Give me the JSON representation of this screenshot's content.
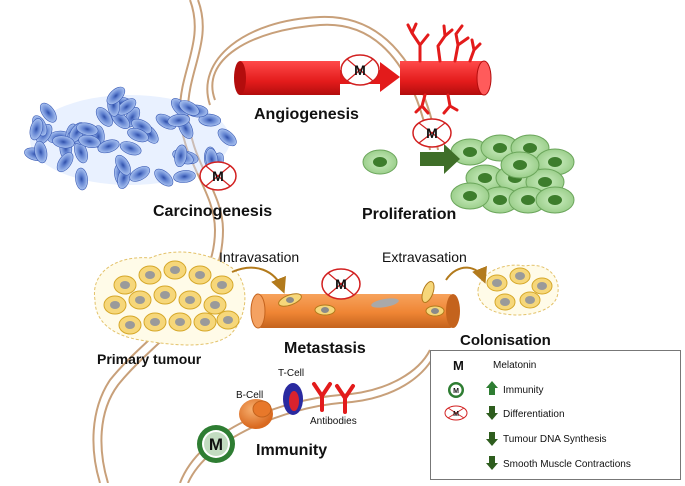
{
  "labels": {
    "angiogenesis": "Angiogenesis",
    "carcinogenesis": "Carcinogenesis",
    "proliferation": "Proliferation",
    "intravasation": "Intravasation",
    "extravasation": "Extravasation",
    "primary_tumour": "Primary tumour",
    "metastasis": "Metastasis",
    "colonisation": "Colonisation",
    "immunity": "Immunity",
    "b_cell": "B-Cell",
    "t_cell": "T-Cell",
    "antibodies": "Antibodies",
    "m_symbol": "M"
  },
  "legend": {
    "melatonin_symbol": "M",
    "melatonin": "Melatonin",
    "immunity": "Immunity",
    "differentiation": "Differentiation",
    "tumour_dna_synthesis": "Tumour DNA Synthesis",
    "smooth_muscle_contractions": "Smooth Muscle Contractions"
  },
  "colors": {
    "vessel_red": "#e31b1b",
    "metastasis_vessel": "#f08a3a",
    "inhibit_red": "#d22020",
    "up_green": "#2e7d32",
    "down_green": "#2e5d1e",
    "membrane": "#c8a07a",
    "blue_cell": "#6f8fd6",
    "green_cell": "#a9d89a",
    "yellow_cell": "#f6d77a",
    "b_cell": "#ee8a3c",
    "t_cell": "#2a2aa0"
  }
}
